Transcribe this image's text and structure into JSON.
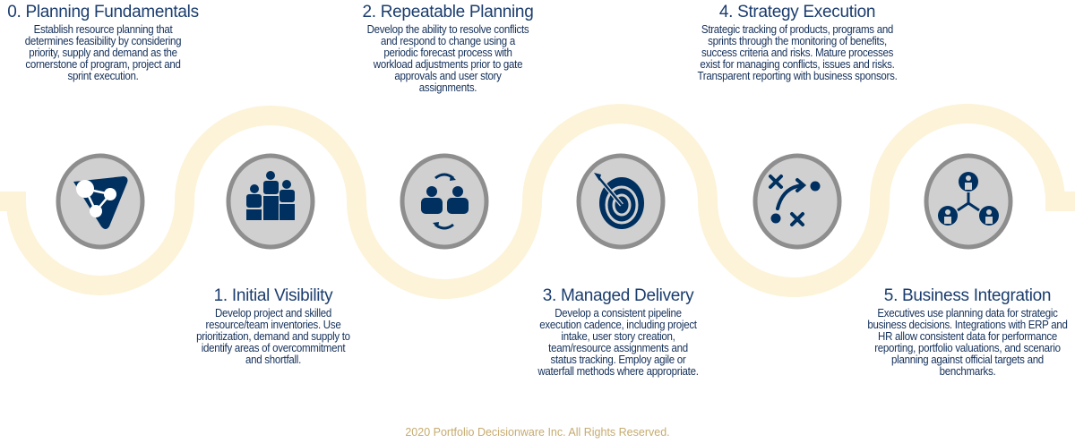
{
  "steps": [
    {
      "title": "0. Planning Fundamentals",
      "text": "Establish resource planning that determines feasibility by considering priority, supply and demand as the cornerstone of program, project and sprint execution.",
      "icon": "network-triangle-icon"
    },
    {
      "title": "1. Initial Visibility",
      "text": "Develop project and skilled resource/team inventories. Use prioritization, demand and supply to identify areas of overcommitment and shortfall.",
      "icon": "team-bars-icon"
    },
    {
      "title": "2. Repeatable Planning",
      "text": "Develop the ability to resolve conflicts and respond to change using a periodic forecast process with workload adjustments prior to gate approvals and user story assignments.",
      "icon": "people-exchange-icon"
    },
    {
      "title": "3. Managed Delivery",
      "text": "Develop a consistent pipeline execution cadence, including project intake, user story creation, team/resource assignments and status tracking. Employ agile or waterfall methods where appropriate.",
      "icon": "target-icon"
    },
    {
      "title": "4. Strategy Execution",
      "text": "Strategic tracking of products, programs and sprints through the monitoring of benefits, success criteria and risks. Mature processes exist for managing conflicts, issues and risks. Transparent reporting with business sponsors.",
      "icon": "strategy-play-icon"
    },
    {
      "title": "5. Business Integration",
      "text": "Executives use planning data for strategic business decisions. Integrations with ERP and HR allow consistent data for performance reporting, portfolio valuations, and scenario planning against official targets and benchmarks.",
      "icon": "connected-people-icon"
    }
  ],
  "footer": "2020 Portfolio Decisionware Inc. All Rights Reserved.",
  "colors": {
    "navy": "#00305f",
    "wave": "#fcf3d8",
    "ring": "#8e8e8e",
    "fill": "#d0d0d0",
    "footer": "#c6ab6f"
  }
}
